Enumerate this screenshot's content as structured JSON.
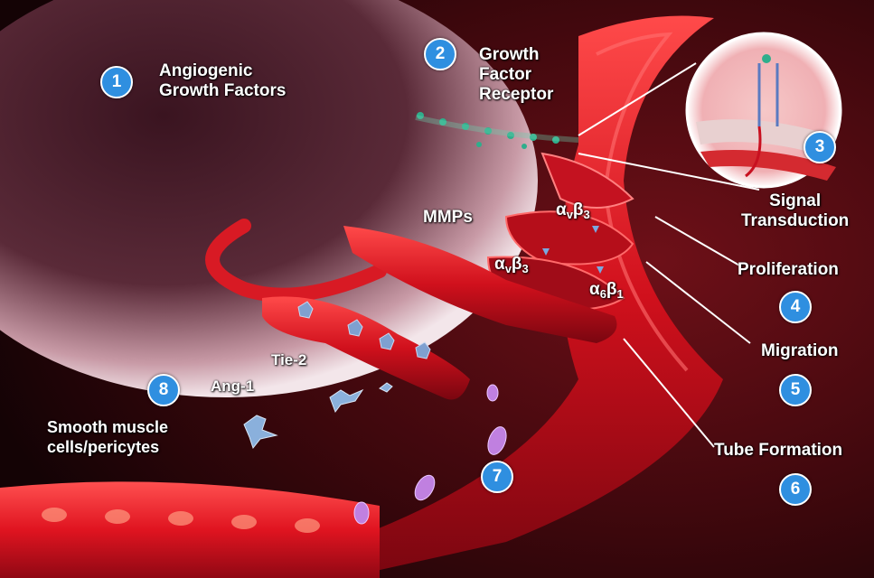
{
  "labels": {
    "angiogenic_growth_factors": [
      "Angiogenic",
      "Growth Factors"
    ],
    "growth_factor_receptor": [
      "Growth",
      "Factor",
      "Receptor"
    ],
    "signal_transduction": [
      "Signal",
      "Transduction"
    ],
    "mmps": "MMPs",
    "integrin_1": {
      "a": "α",
      "a_sub": "v",
      "b": "β",
      "b_sub": "3"
    },
    "integrin_2": {
      "a": "α",
      "a_sub": "v",
      "b": "β",
      "b_sub": "3"
    },
    "integrin_3": {
      "a": "α",
      "a_sub": "6",
      "b": "β",
      "b_sub": "1"
    },
    "proliferation": "Proliferation",
    "migration": "Migration",
    "tube_formation": "Tube Formation",
    "tie2": "Tie-2",
    "ang1": "Ang-1",
    "smooth_muscle": [
      "Smooth muscle",
      "cells/pericytes"
    ]
  },
  "badges": [
    "1",
    "2",
    "3",
    "4",
    "5",
    "6",
    "7",
    "8"
  ],
  "colors": {
    "badge": "#2f8fe0",
    "vessel": "#c8101c",
    "background": "#1a0507",
    "cell": "#7fa0d0",
    "blood_cell": "#c080e0"
  }
}
